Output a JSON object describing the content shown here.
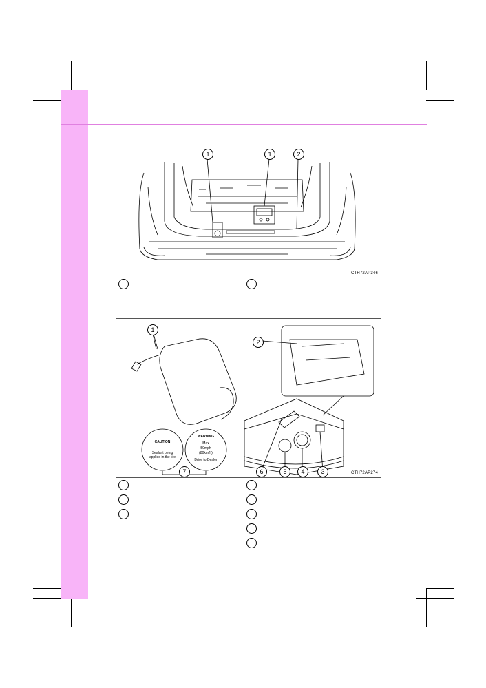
{
  "figure1": {
    "callouts": [
      "1",
      "1",
      "2"
    ],
    "code": "CTH72AP346"
  },
  "figure2": {
    "callouts": [
      "1",
      "2",
      "3",
      "4",
      "5",
      "6",
      "7"
    ],
    "code": "CTH72AP274",
    "caution_label": {
      "title": "CAUTION",
      "text": "Sealant being applied in the tire"
    },
    "warning_label": {
      "title": "WARNING",
      "line1": "Max",
      "line2": "50mph",
      "line3": "(80km/h)",
      "line4": "Drive to Dealer"
    }
  }
}
